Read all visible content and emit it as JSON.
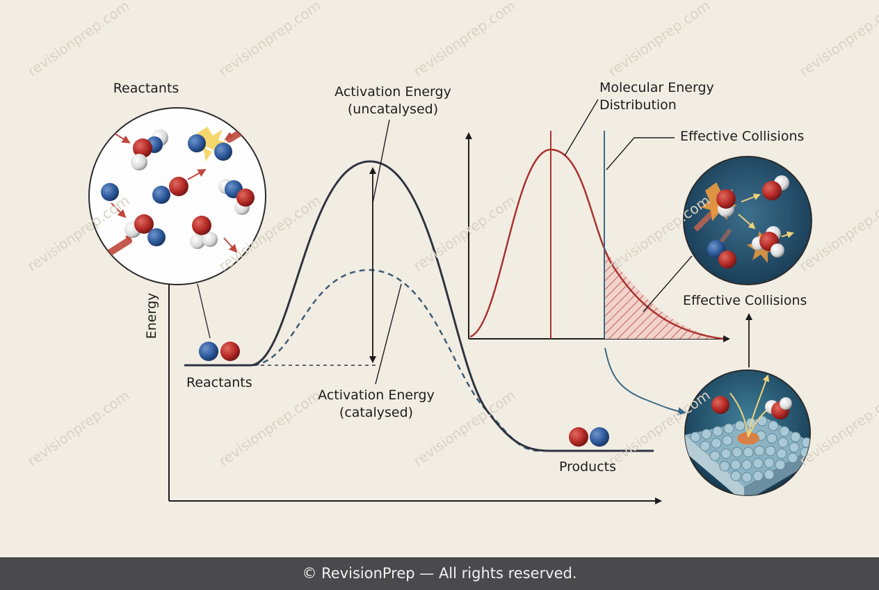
{
  "watermark": "revisionprep.com",
  "labels": {
    "reactants_top": "Reactants",
    "activation_uncat_1": "Activation Energy",
    "activation_uncat_2": "(uncatalysed)",
    "molecular_1": "Molecular Energy",
    "molecular_2": "Distribution",
    "effective_top": "Effective Collisions",
    "effective_mid": "Effective Collisions",
    "energy_axis": "Energy",
    "reactants_level": "Reactants",
    "activation_cat_1": "Activation Energy",
    "activation_cat_2": "(catalysed)",
    "products": "Products"
  },
  "footer": "© RevisionPrep — All rights reserved.",
  "colors": {
    "background": "#f2ede3",
    "curve": "#2e3440",
    "catalysed_curve": "#3e5a74",
    "distribution_curve": "#a8322e",
    "molecule_red": "#b52a27",
    "molecule_blue": "#2e5a9c",
    "footer_bg": "#4a4a4c"
  }
}
